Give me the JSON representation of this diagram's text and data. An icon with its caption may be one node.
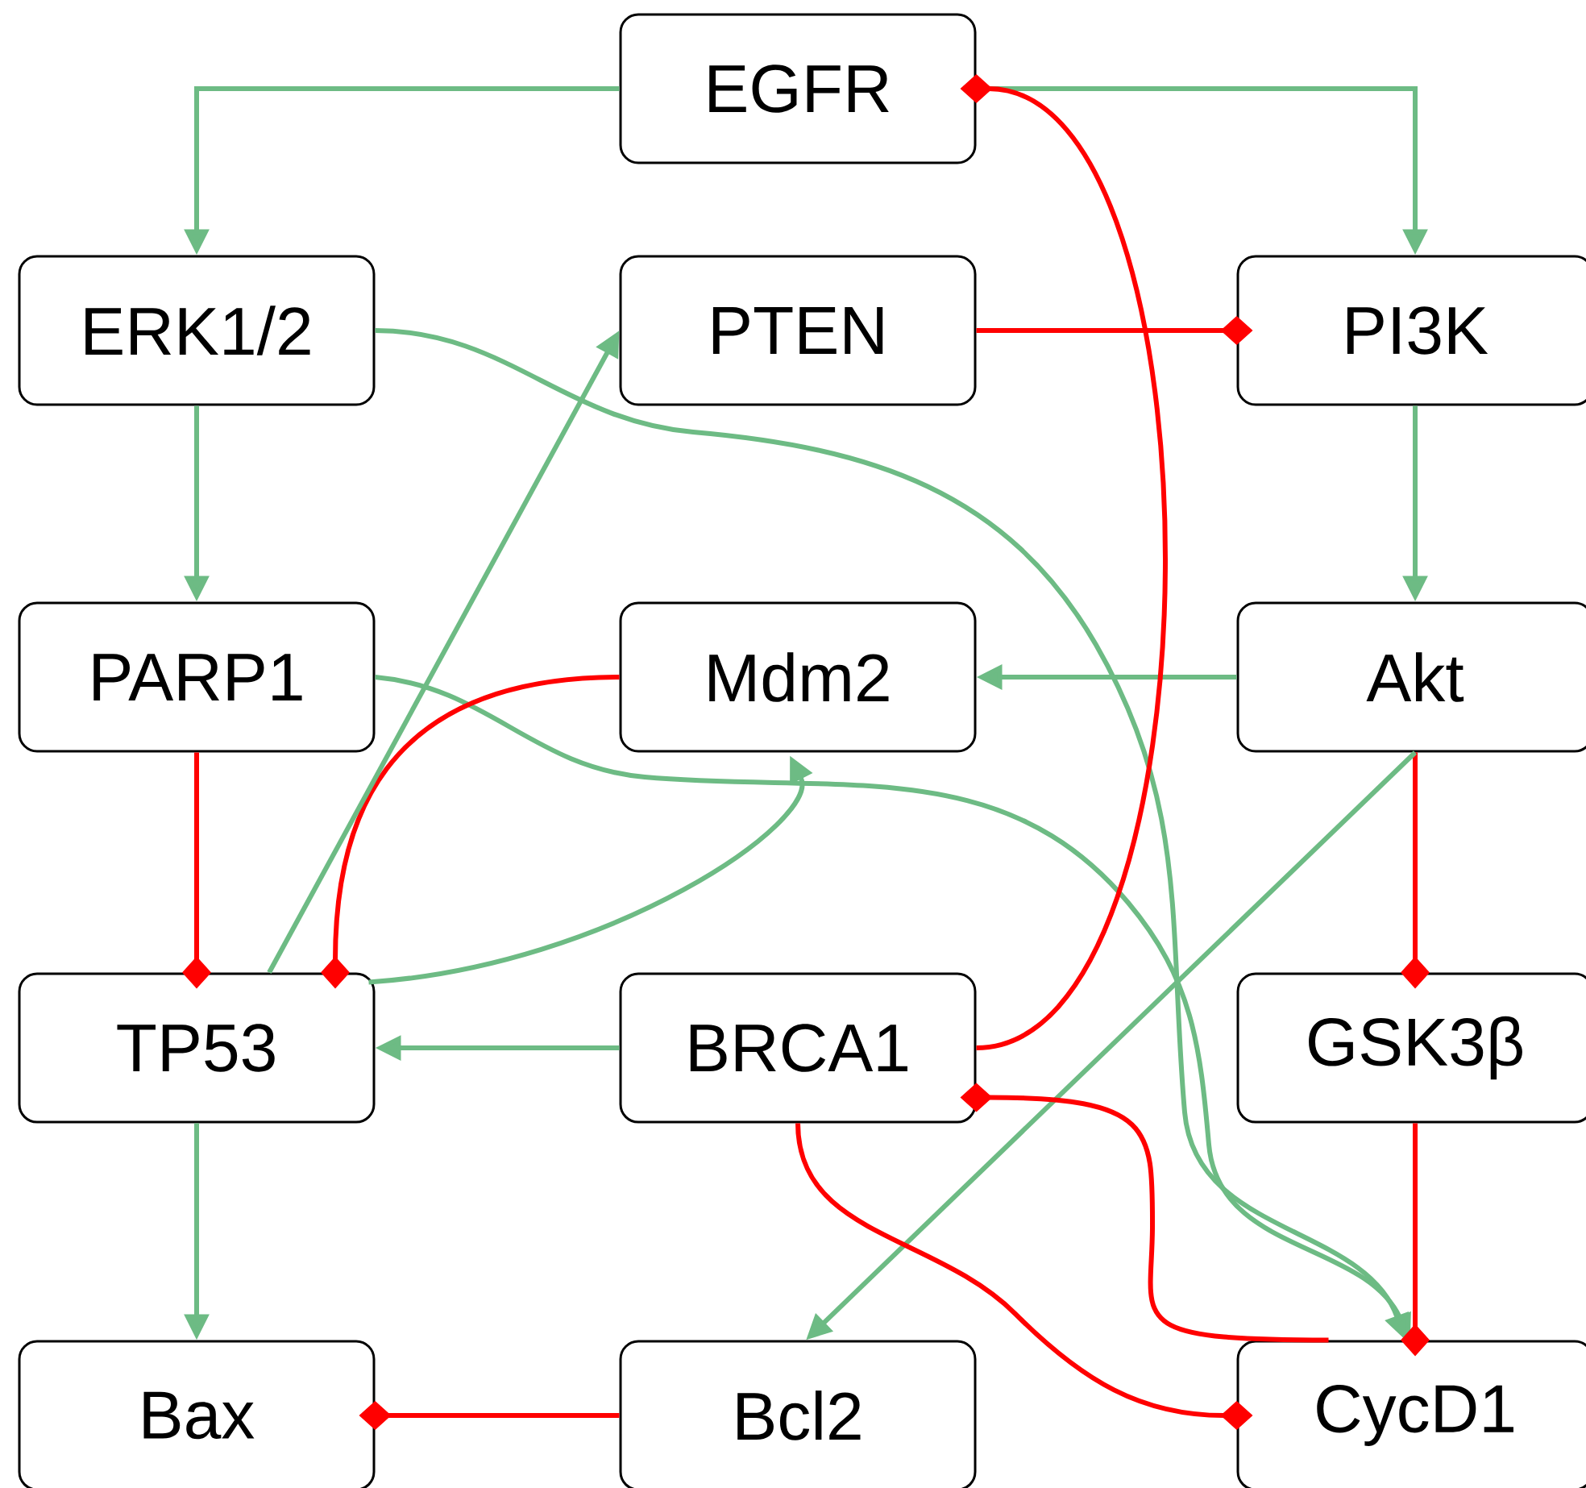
{
  "diagram": {
    "nodes": [
      {
        "text": [
          "EGFR"
        ]
      },
      {
        "text": [
          "ERK1/2"
        ]
      },
      {
        "text": [
          "PTEN"
        ]
      },
      {
        "text": [
          "PI3K"
        ]
      },
      {
        "text": [
          "PARP1"
        ]
      },
      {
        "text": [
          "Mdm2"
        ]
      },
      {
        "text": [
          "Akt"
        ]
      },
      {
        "text": [
          "TP53"
        ]
      },
      {
        "text": [
          "BRCA1"
        ]
      },
      {
        "text": [
          "GSK3β"
        ]
      },
      {
        "text": [
          "Bax"
        ]
      },
      {
        "text": [
          "Bcl2"
        ]
      },
      {
        "text": [
          "CycD1"
        ]
      }
    ],
    "edges": [
      {
        "from": 0,
        "to": 1,
        "arrow": "to"
      },
      {
        "from": 0,
        "to": 3,
        "arrow": "to"
      },
      {
        "from": 1,
        "to": 4,
        "arrow": "to"
      },
      {
        "from": 1,
        "to": 12,
        "arrow": "to"
      },
      {
        "from": 2,
        "to": 3,
        "arrow": "other",
        "color": "#ff0000"
      },
      {
        "from": 3,
        "to": 6,
        "arrow": "to"
      },
      {
        "from": 6,
        "to": 5,
        "arrow": "to"
      },
      {
        "from": 4,
        "to": 12,
        "arrow": "to"
      },
      {
        "from": 4,
        "to": 7,
        "arrow": "other",
        "color": "#ff0000"
      },
      {
        "from": 5,
        "to": 7,
        "arrow": "other",
        "color": "#ff0000"
      },
      {
        "from": 7,
        "to": 2,
        "arrow": "to"
      },
      {
        "from": 7,
        "to": 5,
        "arrow": "to"
      },
      {
        "from": 8,
        "to": 0,
        "arrow": "other",
        "color": "#ff0000"
      },
      {
        "from": 8,
        "to": 7,
        "arrow": "to"
      },
      {
        "from": 6,
        "to": 9,
        "arrow": "other",
        "color": "#ff0000"
      },
      {
        "from": 6,
        "to": 11,
        "arrow": "to"
      },
      {
        "from": 9,
        "to": 12,
        "arrow": "other",
        "color": "#ff0000"
      },
      {
        "from": 12,
        "to": 8,
        "arrow": "other",
        "color": "#ff0000"
      },
      {
        "from": 8,
        "to": 12,
        "arrow": "other",
        "color": "#ff0000"
      },
      {
        "from": 7,
        "to": 10,
        "arrow": "to"
      },
      {
        "from": 11,
        "to": 10,
        "arrow": "other",
        "color": "#ff0000"
      }
    ]
  }
}
